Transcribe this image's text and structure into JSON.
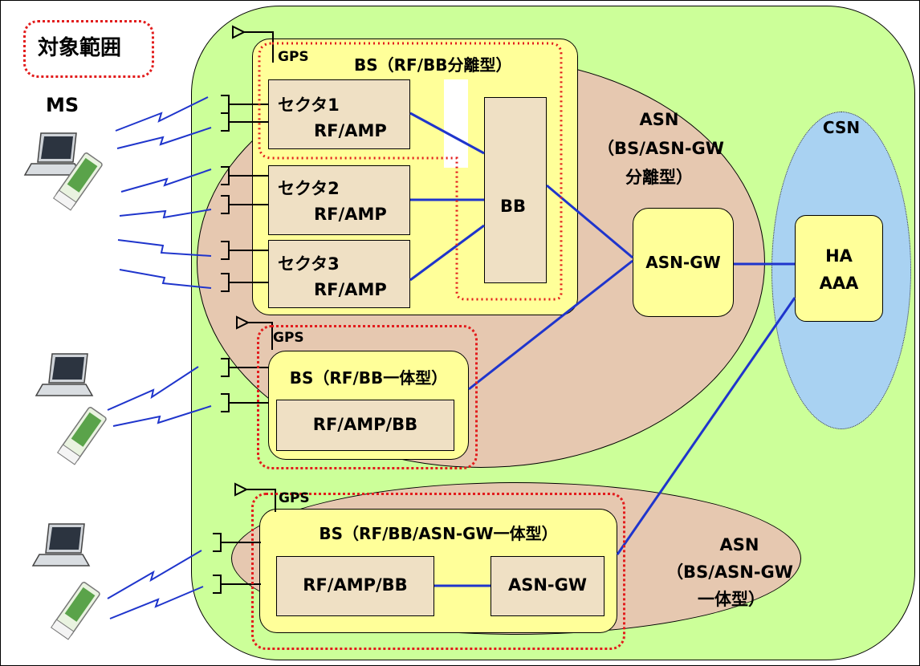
{
  "scope_label": "対象範囲",
  "ms_label": "MS",
  "csn": {
    "label": "CSN",
    "ha": "HA",
    "aaa": "AAA"
  },
  "asn_separated": {
    "line1": "ASN",
    "line2": "（BS/ASN-GW",
    "line3": "分離型）"
  },
  "asn_integrated": {
    "line1": "ASN",
    "line2": "（BS/ASN-GW",
    "line3": "一体型）"
  },
  "asn_gw": "ASN-GW",
  "gps": "GPS",
  "bs_separated": {
    "title": "BS（RF/BB分離型）",
    "bb": "BB",
    "sectors": [
      {
        "name": "セクタ1",
        "sub": "RF/AMP"
      },
      {
        "name": "セクタ2",
        "sub": "RF/AMP"
      },
      {
        "name": "セクタ3",
        "sub": "RF/AMP"
      }
    ]
  },
  "bs_integrated": {
    "title": "BS（RF/BB一体型）",
    "module": "RF/AMP/BB"
  },
  "bs_full": {
    "title": "BS（RF/BB/ASN-GW一体型）",
    "module": "RF/AMP/BB",
    "gw": "ASN-GW"
  },
  "colors": {
    "outer": "#ccff99",
    "asn": "#e6c8b0",
    "csn": "#a9d2f2",
    "bs": "#ffff99",
    "module": "#efe0c4",
    "scope": "#e21c1c",
    "link": "#1f35cc"
  }
}
